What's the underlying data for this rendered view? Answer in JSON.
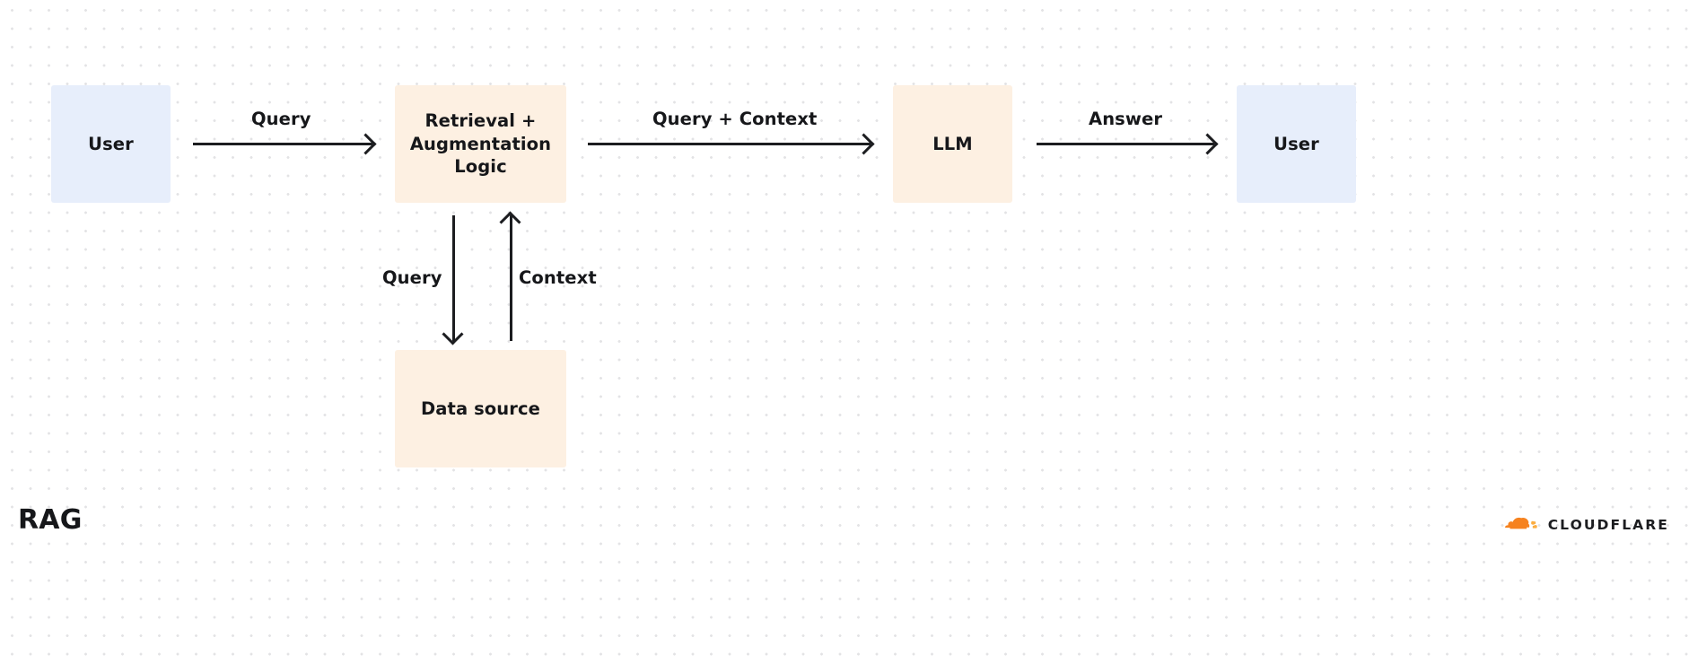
{
  "diagram": {
    "title": "RAG",
    "nodes": [
      {
        "id": "user-left",
        "label": "User",
        "style": "blue"
      },
      {
        "id": "retrieval",
        "label": "Retrieval + Augmentation Logic",
        "style": "cream"
      },
      {
        "id": "llm",
        "label": "LLM",
        "style": "cream"
      },
      {
        "id": "user-right",
        "label": "User",
        "style": "blue"
      },
      {
        "id": "datasource",
        "label": "Data source",
        "style": "cream"
      }
    ],
    "edges": [
      {
        "id": "query",
        "label": "Query",
        "from": "user-left",
        "to": "retrieval",
        "direction": "right"
      },
      {
        "id": "query-context",
        "label": "Query + Context",
        "from": "retrieval",
        "to": "llm",
        "direction": "right"
      },
      {
        "id": "answer",
        "label": "Answer",
        "from": "llm",
        "to": "user-right",
        "direction": "right"
      },
      {
        "id": "down-query",
        "label": "Query",
        "from": "retrieval",
        "to": "datasource",
        "direction": "down"
      },
      {
        "id": "up-context",
        "label": "Context",
        "from": "datasource",
        "to": "retrieval",
        "direction": "up"
      }
    ],
    "node_labels": {
      "user_left": "User",
      "retrieval_line1": "Retrieval +",
      "retrieval_line2": "Augmentation",
      "retrieval_line3": "Logic",
      "llm": "LLM",
      "user_right": "User",
      "datasource": "Data source"
    },
    "edge_labels": {
      "query": "Query",
      "query_context": "Query + Context",
      "answer": "Answer",
      "down_query": "Query",
      "up_context": "Context"
    },
    "colors": {
      "box_blue": "#e7eefb",
      "box_cream": "#fdf0e2",
      "text": "#16171a",
      "arrow": "#1c1d20",
      "background": "#ffffff",
      "grid_dot": "#e3e3e5",
      "brand_orange": "#f6821f",
      "brand_orange_light": "#fbad41"
    }
  },
  "footer": {
    "brand_name": "CLOUDFLARE"
  }
}
